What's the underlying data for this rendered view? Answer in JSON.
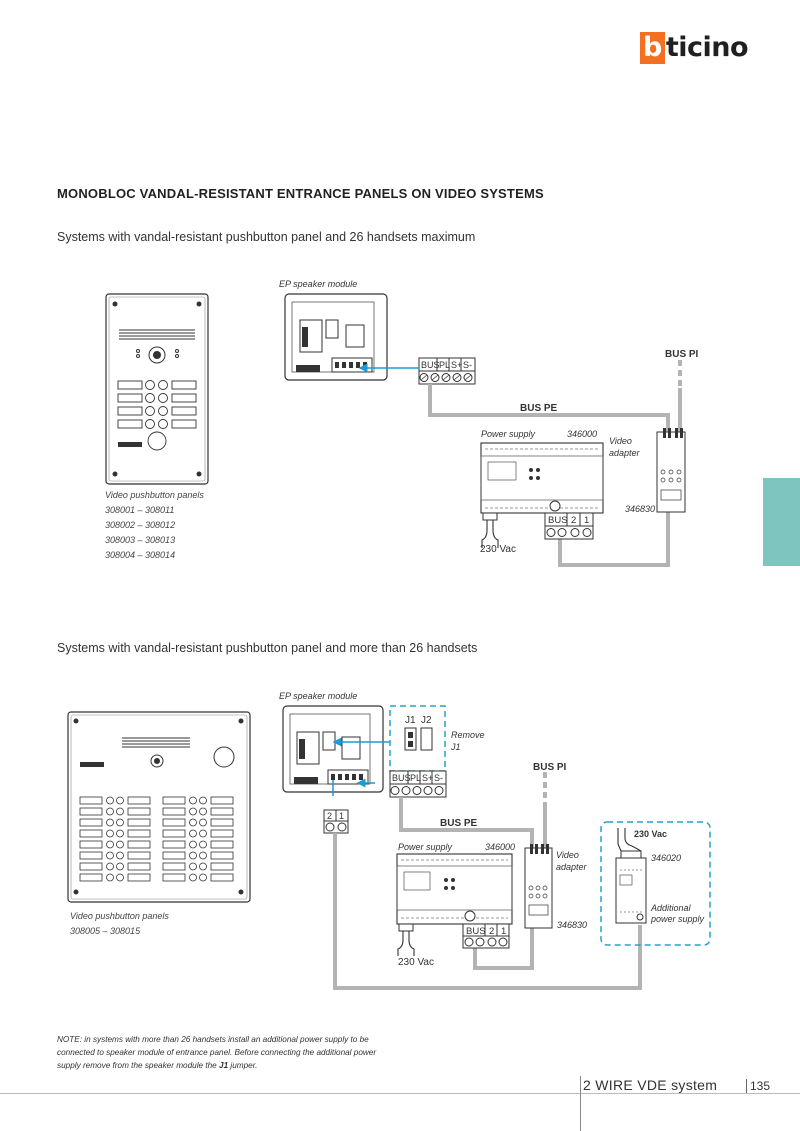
{
  "brand": {
    "logo_b": "b",
    "logo_rest": "ticino"
  },
  "title": "MONOBLOC VANDAL-RESISTANT ENTRANCE PANELS ON VIDEO SYSTEMS",
  "section1": {
    "subtitle": "Systems with vandal-resistant pushbutton panel and 26 handsets maximum",
    "speaker_label": "EP speaker module",
    "panel_caption": "Video pushbutton panels",
    "panel_codes": [
      "308001 – 308011",
      "308002 – 308012",
      "308003 – 308013",
      "308004 – 308014"
    ],
    "bus_pi": "BUS PI",
    "bus_pe": "BUS PE",
    "power_supply": "Power supply",
    "ps_code": "346000",
    "adapter_label_1": "Video",
    "adapter_label_2": "adapter",
    "adapter_code": "346830",
    "vac": "230 Vac",
    "terminals": [
      "BUS",
      "PL",
      "S+",
      "S-"
    ],
    "ps_terminals": [
      "BUS",
      "2",
      "1"
    ]
  },
  "section2": {
    "subtitle": "Systems with vandal-resistant pushbutton panel and more than 26 handsets",
    "speaker_label": "EP speaker module",
    "panel_caption": "Video pushbutton panels",
    "panel_codes": [
      "308005 – 308015"
    ],
    "jumpers": [
      "J1",
      "J2"
    ],
    "remove_1": "Remove",
    "remove_2": "J1",
    "bus_pi": "BUS PI",
    "bus_pe": "BUS PE",
    "power_supply": "Power supply",
    "ps_code": "346000",
    "adapter_label_1": "Video",
    "adapter_label_2": "adapter",
    "adapter_code": "346830",
    "vac": "230 Vac",
    "vac_add": "230 Vac",
    "add_code": "346020",
    "add_label_1": "Additional",
    "add_label_2": "power supply",
    "terminals": [
      "BUS",
      "PL",
      "S+",
      "S-"
    ],
    "ps_terminals": [
      "BUS",
      "2",
      "1"
    ],
    "pair_terminals": [
      "2",
      "1"
    ]
  },
  "note_prefix": "NOTE: in systems with more than 26 handsets install an additional power supply to be connected to speaker module of entrance panel. Before connecting the additional power supply remove from the speaker module the ",
  "note_bold": "J1",
  "note_suffix": " jumper.",
  "footer": {
    "system": "2 WIRE VDE system",
    "page": "135"
  },
  "colors": {
    "accent": "#f36f21",
    "tab": "#7fc5bf",
    "wire": "#b3b3b3",
    "signal": "#1e9bd7",
    "dashed_box": "#27a3c8"
  }
}
